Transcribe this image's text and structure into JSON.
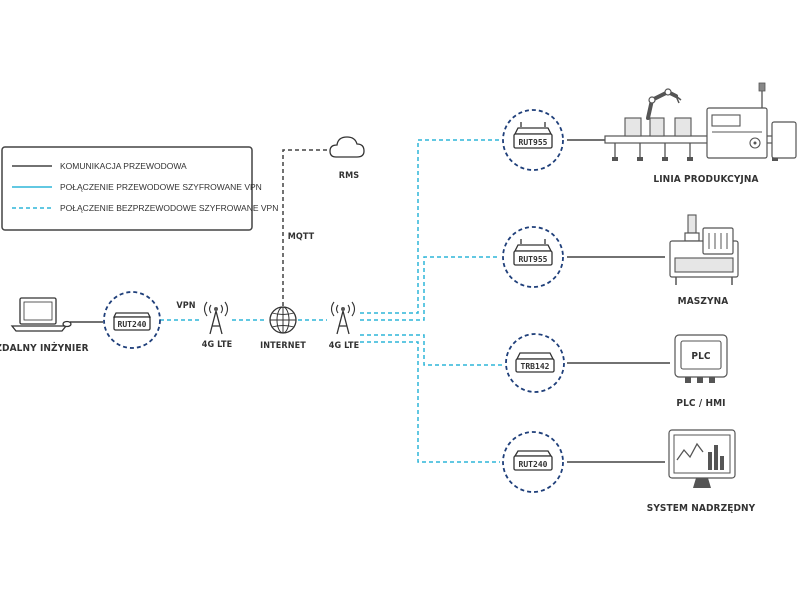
{
  "legend": {
    "items": [
      {
        "label": "KOMUNIKACJA PRZEWODOWA",
        "style": "wired",
        "color": "#444444"
      },
      {
        "label": "POŁĄCZENIE PRZEWODOWE SZYFROWANE VPN",
        "style": "vpn-wired",
        "color": "#2fb5d8"
      },
      {
        "label": "POŁĄCZENIE BEZPRZEWODOWE SZYFROWANE VPN",
        "style": "vpn-wireless",
        "color": "#2fb5d8"
      }
    ]
  },
  "nodes": {
    "engineer": {
      "label": "ZDALNY INŻYNIER",
      "icon": "laptop-icon"
    },
    "router_left": {
      "device": "RUT240",
      "icon": "router-icon"
    },
    "vpn_label": "VPN",
    "tower_left": {
      "label": "4G LTE",
      "icon": "cell-tower-icon"
    },
    "internet": {
      "label": "INTERNET",
      "icon": "globe-icon"
    },
    "tower_right": {
      "label": "4G LTE",
      "icon": "cell-tower-icon"
    },
    "mqtt_label": "MQTT",
    "rms": {
      "label": "RMS",
      "icon": "cloud-icon"
    }
  },
  "sites": [
    {
      "device": "RUT955",
      "label": "LINIA PRODUKCYJNA",
      "icon": "production-line-icon"
    },
    {
      "device": "RUT955",
      "label": "MASZYNA",
      "icon": "machine-icon"
    },
    {
      "device": "TRB142",
      "label": "PLC / HMI",
      "icon": "plc-icon",
      "screen_text": "PLC"
    },
    {
      "device": "RUT240",
      "label": "SYSTEM NADRZĘDNY",
      "icon": "monitor-chart-icon"
    }
  ],
  "colors": {
    "ring": "#1f3f7a",
    "vpn": "#2fb5d8",
    "wire": "#444444"
  }
}
